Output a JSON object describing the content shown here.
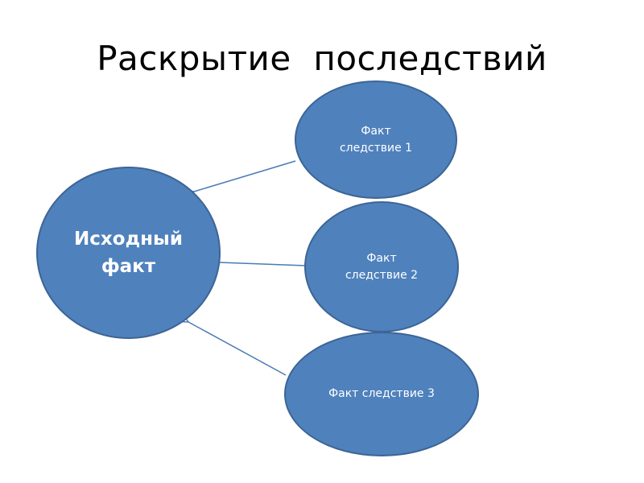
{
  "slide": {
    "title": "Раскрытие  последствий"
  },
  "colors": {
    "node_fill": "#4f81bd",
    "node_stroke": "#3c6595",
    "arrow": "#4a7ab5",
    "text_on_node": "#ffffff"
  },
  "diagram": {
    "source": {
      "lines": [
        "Исходный",
        "факт"
      ]
    },
    "consequences": [
      {
        "lines": [
          "Факт",
          "следствие 1"
        ]
      },
      {
        "lines": [
          "Факт",
          "следствие 2"
        ]
      },
      {
        "lines": [
          "Факт следствие 3"
        ]
      }
    ],
    "edges": [
      {
        "from": "consequence-1",
        "to": "source"
      },
      {
        "from": "consequence-2",
        "to": "source"
      },
      {
        "from": "consequence-3",
        "to": "source"
      }
    ]
  }
}
